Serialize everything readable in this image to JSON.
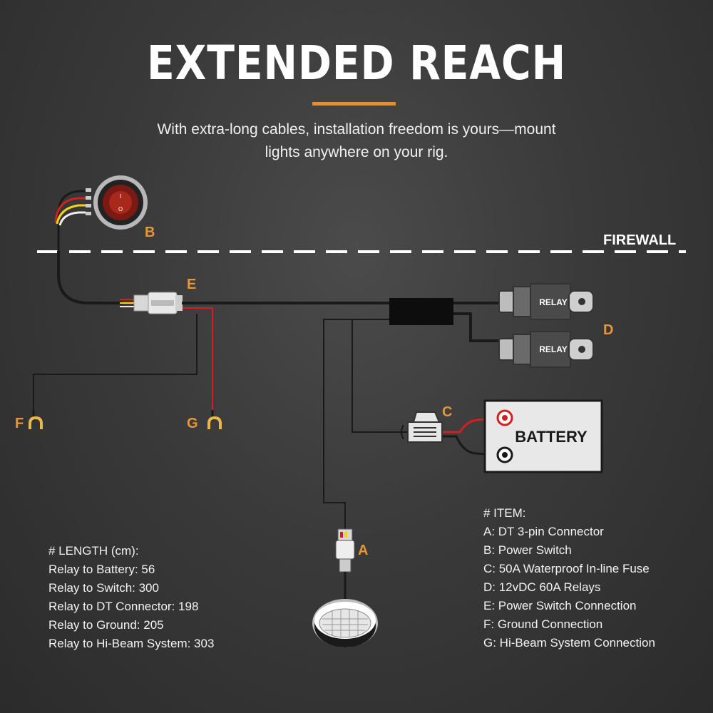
{
  "header": {
    "title": "EXTENDED REACH",
    "subtitle": "With extra-long cables, installation freedom is yours—mount lights anywhere on your rig.",
    "accent_color": "#f28a1e"
  },
  "diagram": {
    "firewall_label": "FIREWALL",
    "relay_label": "RELAY",
    "battery_label": "BATTERY",
    "markers": {
      "A": "A",
      "B": "B",
      "C": "C",
      "D": "D",
      "E": "E",
      "F": "F",
      "G": "G"
    },
    "wire_colors": {
      "black": "#1a1a1a",
      "red": "#d21f1f",
      "yellow": "#f2d21a",
      "white": "#eeeeee"
    }
  },
  "lengths": {
    "heading": "# LENGTH (cm):",
    "rows": [
      "Relay to Battery: 56",
      "Relay to Switch: 300",
      "Relay to DT Connector: 198",
      "Relay to Ground: 205",
      "Relay to Hi-Beam System: 303"
    ]
  },
  "items": {
    "heading": "# ITEM:",
    "rows": [
      "A: DT 3-pin Connector",
      "B: Power Switch",
      "C: 50A Waterproof In-line Fuse",
      "D: 12vDC 60A Relays",
      "E: Power Switch Connection",
      "F: Ground Connection",
      "G: Hi-Beam System Connection"
    ]
  }
}
